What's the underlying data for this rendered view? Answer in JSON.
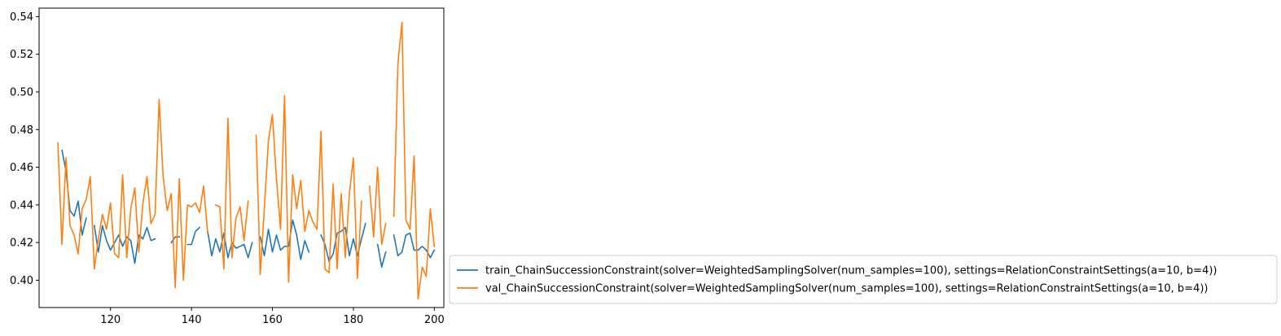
{
  "chart_data": {
    "type": "line",
    "title": "",
    "xlabel": "",
    "ylabel": "",
    "xlim": [
      102.35,
      202.35
    ],
    "ylim": [
      0.3855,
      0.5445
    ],
    "xticks": [
      120,
      140,
      160,
      180,
      200
    ],
    "yticks": [
      0.4,
      0.42,
      0.44,
      0.46,
      0.48,
      0.5,
      0.52,
      0.54
    ],
    "ytick_labels": [
      "0.40",
      "0.42",
      "0.44",
      "0.46",
      "0.48",
      "0.50",
      "0.52",
      "0.54"
    ],
    "grid": false,
    "legend_position": "outside right, bottom",
    "series": [
      {
        "name": "train_ChainSuccessionConstraint(solver=WeightedSamplingSolver(num_samples=100), settings=RelationConstraintSettings(a=10, b=4))",
        "color": "#1f77b4",
        "x": [
          108,
          109,
          110,
          111,
          112,
          113,
          114,
          116,
          117,
          118,
          119,
          120,
          121,
          122,
          123,
          124,
          125,
          126,
          127,
          128,
          129,
          130,
          131,
          135,
          136,
          137,
          138,
          139,
          140,
          141,
          142,
          144,
          145,
          146,
          147,
          148,
          149,
          150,
          151,
          152,
          153,
          154,
          155,
          156,
          157,
          158,
          159,
          160,
          161,
          162,
          163,
          164,
          165,
          166,
          167,
          168,
          169,
          172,
          173,
          174,
          175,
          176,
          177,
          178,
          179,
          180,
          181,
          182,
          183,
          184,
          186,
          187,
          188,
          190,
          191,
          192,
          193,
          194,
          195,
          196,
          197,
          198,
          199,
          200
        ],
        "y": [
          0.469,
          0.458,
          0.437,
          0.434,
          0.442,
          0.424,
          0.433,
          0.429,
          0.415,
          0.429,
          0.421,
          0.416,
          0.42,
          0.424,
          0.418,
          0.423,
          0.421,
          0.409,
          0.424,
          0.422,
          0.428,
          0.421,
          0.422,
          0.42,
          0.423,
          0.423,
          null,
          0.419,
          0.419,
          0.426,
          0.428,
          0.426,
          0.413,
          0.422,
          0.415,
          0.425,
          0.412,
          0.42,
          0.417,
          0.418,
          0.419,
          0.412,
          0.42,
          null,
          0.423,
          0.413,
          0.427,
          0.415,
          0.424,
          0.416,
          0.418,
          0.418,
          0.432,
          0.424,
          0.411,
          0.421,
          0.415,
          0.424,
          0.419,
          0.41,
          0.414,
          0.425,
          0.426,
          0.428,
          0.413,
          0.422,
          0.413,
          0.422,
          0.43,
          null,
          0.419,
          0.407,
          0.415,
          0.424,
          0.413,
          0.415,
          0.424,
          0.425,
          0.416,
          0.416,
          0.418,
          0.416,
          0.412,
          0.416
        ]
      },
      {
        "name": "val_ChainSuccessionConstraint(solver=WeightedSamplingSolver(num_samples=100), settings=RelationConstraintSettings(a=10, b=4))",
        "color": "#ff7f0e",
        "x": [
          107,
          108,
          109,
          110,
          111,
          112,
          113,
          114,
          115,
          116,
          117,
          118,
          119,
          120,
          121,
          122,
          123,
          124,
          125,
          126,
          127,
          128,
          129,
          130,
          131,
          132,
          133,
          134,
          135,
          136,
          137,
          138,
          139,
          140,
          141,
          142,
          143,
          144,
          146,
          147,
          148,
          149,
          150,
          151,
          152,
          153,
          154,
          156,
          157,
          158,
          159,
          160,
          161,
          162,
          163,
          164,
          165,
          166,
          167,
          168,
          169,
          170,
          171,
          172,
          173,
          174,
          175,
          176,
          177,
          178,
          179,
          180,
          181,
          182,
          184,
          185,
          186,
          187,
          188,
          190,
          191,
          192,
          193,
          194,
          195,
          196,
          197,
          198,
          199,
          200
        ],
        "y": [
          0.473,
          0.419,
          0.465,
          0.429,
          0.424,
          0.414,
          0.438,
          0.443,
          0.455,
          0.406,
          0.422,
          0.435,
          0.427,
          0.441,
          0.414,
          0.412,
          0.456,
          0.412,
          0.438,
          0.449,
          0.415,
          0.441,
          0.455,
          0.43,
          0.435,
          0.496,
          0.455,
          0.437,
          0.446,
          0.396,
          0.454,
          0.4,
          0.44,
          0.439,
          0.441,
          0.436,
          0.45,
          0.425,
          0.44,
          0.439,
          0.406,
          0.486,
          0.412,
          0.433,
          0.439,
          0.421,
          0.442,
          0.477,
          0.403,
          0.438,
          0.474,
          0.488,
          0.454,
          0.427,
          0.498,
          0.399,
          0.456,
          0.438,
          0.453,
          0.426,
          0.437,
          0.431,
          0.427,
          0.479,
          0.406,
          0.404,
          0.451,
          0.406,
          0.446,
          0.412,
          0.446,
          0.465,
          0.401,
          0.442,
          0.45,
          0.423,
          0.46,
          0.419,
          0.43,
          0.434,
          0.515,
          0.537,
          0.432,
          0.427,
          0.466,
          0.39,
          0.407,
          0.402,
          0.438,
          0.418
        ]
      }
    ]
  }
}
